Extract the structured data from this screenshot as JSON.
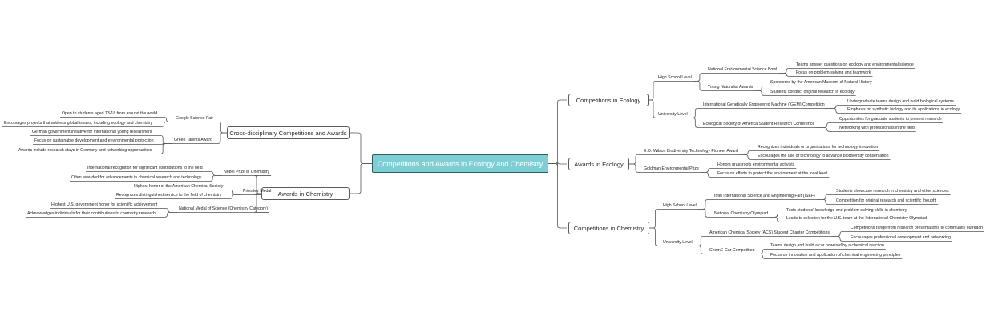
{
  "root": "Competitions and Awards in Ecology and Chemistry",
  "left": {
    "cross": {
      "label": "Cross-disciplinary Competitions and Awards",
      "google": {
        "label": "Google Science Fair",
        "d1": "Open to students aged 13-18 from around the world",
        "d2": "Encourages projects that address global issues, including ecology and chemistry"
      },
      "green": {
        "label": "Green Talents Award",
        "d1": "German government initiative for international young researchers",
        "d2": "Focus on sustainable development and environmental protection",
        "d3": "Awards include research stays in Germany and networking opportunities"
      }
    },
    "awardsChem": {
      "label": "Awards in Chemistry",
      "nobel": {
        "label": "Nobel Prize in Chemistry",
        "d1": "International recognition for significant contributions to the field",
        "d2": "Often awarded for advancements in chemical research and technology"
      },
      "priestley": {
        "label": "Priestley Medal",
        "d1": "Highest honor of the American Chemical Society",
        "d2": "Recognizes distinguished service to the field of chemistry"
      },
      "nms": {
        "label": "National Medal of Science (Chemistry Category)",
        "d1": "Highest U.S. government honor for scientific achievement",
        "d2": "Acknowledges individuals for their contributions to chemistry research"
      }
    }
  },
  "right": {
    "compEco": {
      "label": "Competitions in Ecology",
      "hs": {
        "label": "High School Level",
        "nesb": {
          "label": "National Environmental Science Bowl",
          "d1": "Teams answer questions on ecology and environmental science",
          "d2": "Focus on problem-solving and teamwork"
        },
        "ynaw": {
          "label": "Young Naturalist Awards",
          "d1": "Sponsored by the American Museum of Natural History",
          "d2": "Students conduct original research in ecology"
        }
      },
      "uni": {
        "label": "University Level",
        "igem": {
          "label": "International Genetically Engineered Machine (iGEM) Competition",
          "d1": "Undergraduate teams design and build biological systems",
          "d2": "Emphasis on synthetic biology and its applications in ecology"
        },
        "esa": {
          "label": "Ecological Society of America Student Research Conference",
          "d1": "Opportunities for graduate students to present research",
          "d2": "Networking with professionals in the field"
        }
      }
    },
    "awardsEco": {
      "label": "Awards in Ecology",
      "wilson": {
        "label": "E.O. Wilson Biodiversity Technology Pioneer Award",
        "d1": "Recognizes individuals or organizations for technology innovation",
        "d2": "Encourages the use of technology to advance biodiversity conservation"
      },
      "goldman": {
        "label": "Goldman Environmental Prize",
        "d1": "Honors grassroots environmental activists",
        "d2": "Focus on efforts to protect the environment at the local level"
      }
    },
    "compChem": {
      "label": "Competitions in Chemistry",
      "hs": {
        "label": "High School Level",
        "isef": {
          "label": "Intel International Science and Engineering Fair (ISEF)",
          "d1": "Students showcase research in chemistry and other sciences",
          "d2": "Competition for original research and scientific thought"
        },
        "nco": {
          "label": "National Chemistry Olympiad",
          "d1": "Tests students' knowledge and problem-solving skills in chemistry",
          "d2": "Leads to selection for the U.S. team at the International Chemistry Olympiad"
        }
      },
      "uni": {
        "label": "University Level",
        "acs": {
          "label": "American Chemical Society (ACS) Student Chapter Competitions",
          "d1": "Competitions range from research presentations to community outreach",
          "d2": "Encourages professional development and networking"
        },
        "chemecar": {
          "label": "ChemE-Car Competition",
          "d1": "Teams design and build a car powered by a chemical reaction",
          "d2": "Focus on innovation and application of chemical engineering principles"
        }
      }
    }
  },
  "colors": {
    "root_fill": "#7ecfd4",
    "root_border": "#2f5f64",
    "line": "#555555"
  }
}
